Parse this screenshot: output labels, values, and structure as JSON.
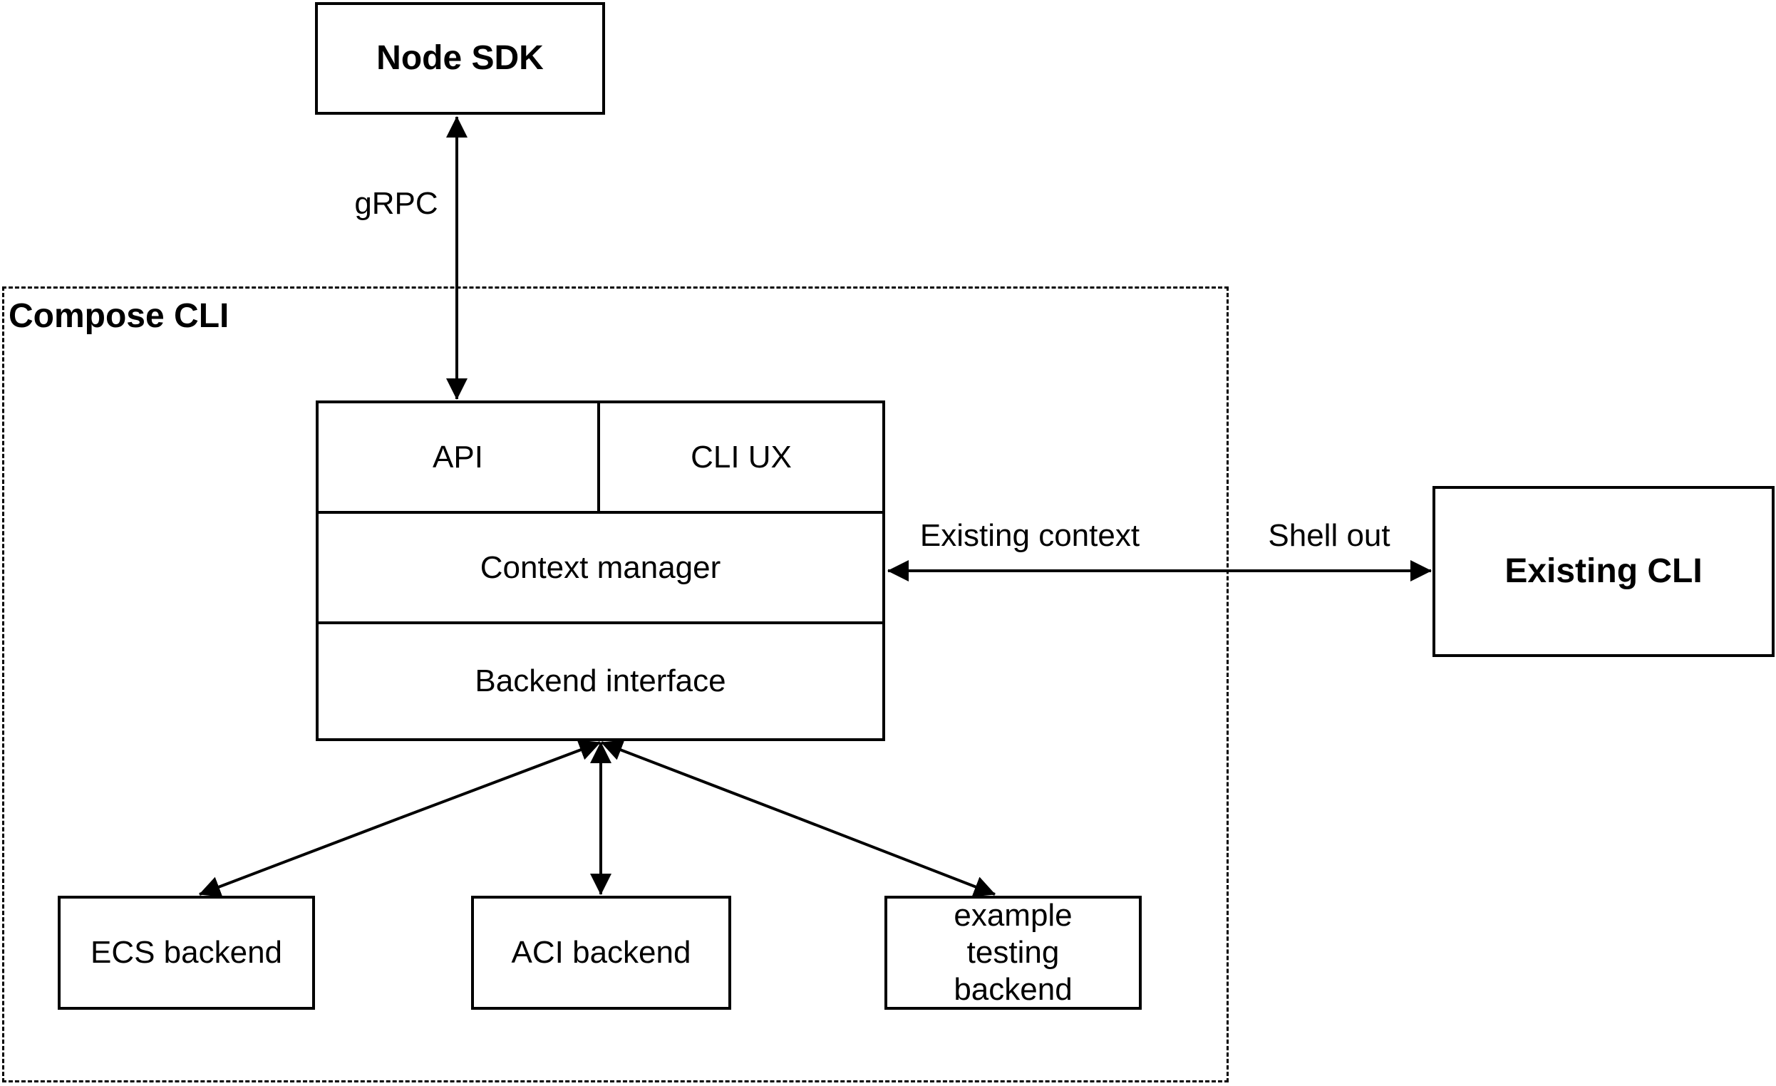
{
  "diagram": {
    "background_color": "#ffffff",
    "stroke_color": "#000000",
    "container": {
      "label": "Compose CLI"
    },
    "nodes": {
      "node_sdk": {
        "label": "Node SDK"
      },
      "api": {
        "label": "API"
      },
      "cli_ux": {
        "label": "CLI UX"
      },
      "context_manager": {
        "label": "Context manager"
      },
      "backend_interface": {
        "label": "Backend interface"
      },
      "existing_cli": {
        "label": "Existing CLI"
      },
      "ecs_backend": {
        "label": "ECS backend"
      },
      "aci_backend": {
        "label": "ACI backend"
      },
      "example_testing_backend": {
        "label": "example testing backend"
      }
    },
    "edge_labels": {
      "grpc": "gRPC",
      "existing_context": "Existing context",
      "shell_out": "Shell out"
    },
    "edges": [
      {
        "from": "Node SDK",
        "to": "API",
        "label": "gRPC",
        "direction": "bidirectional"
      },
      {
        "from": "Context manager",
        "to": "Existing CLI",
        "label": "Existing context / Shell out",
        "direction": "bidirectional"
      },
      {
        "from": "Backend interface",
        "to": "ECS backend",
        "direction": "bidirectional"
      },
      {
        "from": "Backend interface",
        "to": "ACI backend",
        "direction": "bidirectional"
      },
      {
        "from": "Backend interface",
        "to": "example testing backend",
        "direction": "bidirectional"
      }
    ]
  }
}
